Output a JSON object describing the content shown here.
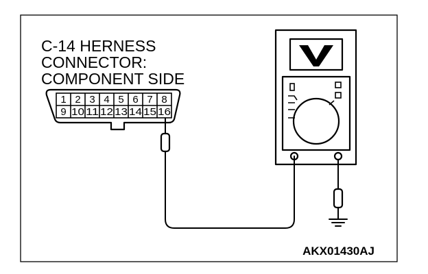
{
  "title_lines": [
    "C-14 HERNESS",
    "CONNECTOR:",
    "COMPONENT SIDE"
  ],
  "connector": {
    "top_row": [
      "1",
      "2",
      "3",
      "4",
      "5",
      "6",
      "7",
      "8"
    ],
    "bottom_row": [
      "9",
      "10",
      "11",
      "12",
      "13",
      "14",
      "15",
      "16"
    ]
  },
  "meter": {
    "display_symbol": "V"
  },
  "code_label": "AKX01430AJ"
}
